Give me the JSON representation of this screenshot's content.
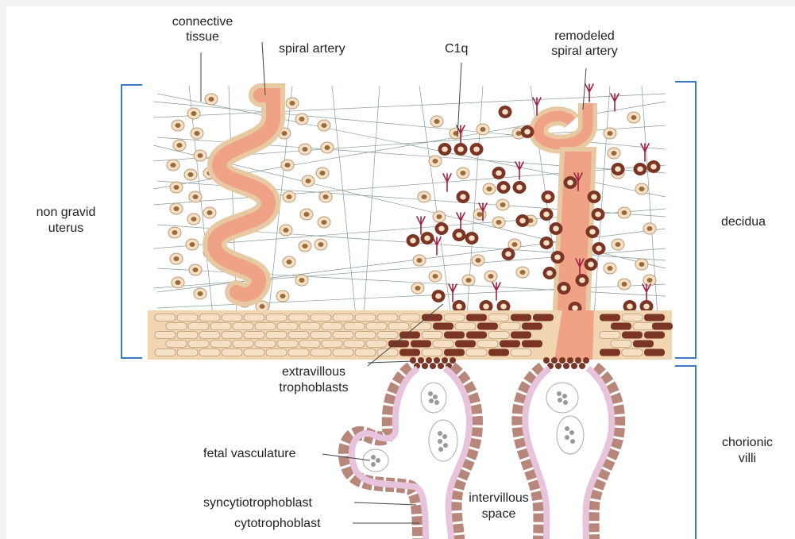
{
  "labels": {
    "connective_tissue_1": "connective",
    "connective_tissue_2": "tissue",
    "spiral_artery": "spiral artery",
    "c1q": "C1q",
    "remodeled_1": "remodeled",
    "remodeled_2": "spiral artery",
    "non_gravid_1": "non gravid",
    "non_gravid_2": "uterus",
    "decidua": "decidua",
    "evt_1": "extravillous",
    "evt_2": "trophoblasts",
    "fetal_vasculature": "fetal vasculature",
    "syncytiotrophoblast": "syncytiotrophoblast",
    "cytotrophoblast": "cytotrophoblast",
    "intervillous_1": "intervillous",
    "intervillous_2": "space",
    "chorionic_1": "chorionic",
    "chorionic_2": "villi"
  },
  "colors": {
    "artery": "#f0a287",
    "cell_fill": "#f5e0c6",
    "cell_nucleus": "#9b6a3b",
    "evt": "#7b3525",
    "c1q": "#a0223f",
    "fiber": "#5d7a74",
    "bracket": "#3b7bbf",
    "villus_outer": "#b8877b",
    "villus_inner": "#e7c3dc"
  }
}
